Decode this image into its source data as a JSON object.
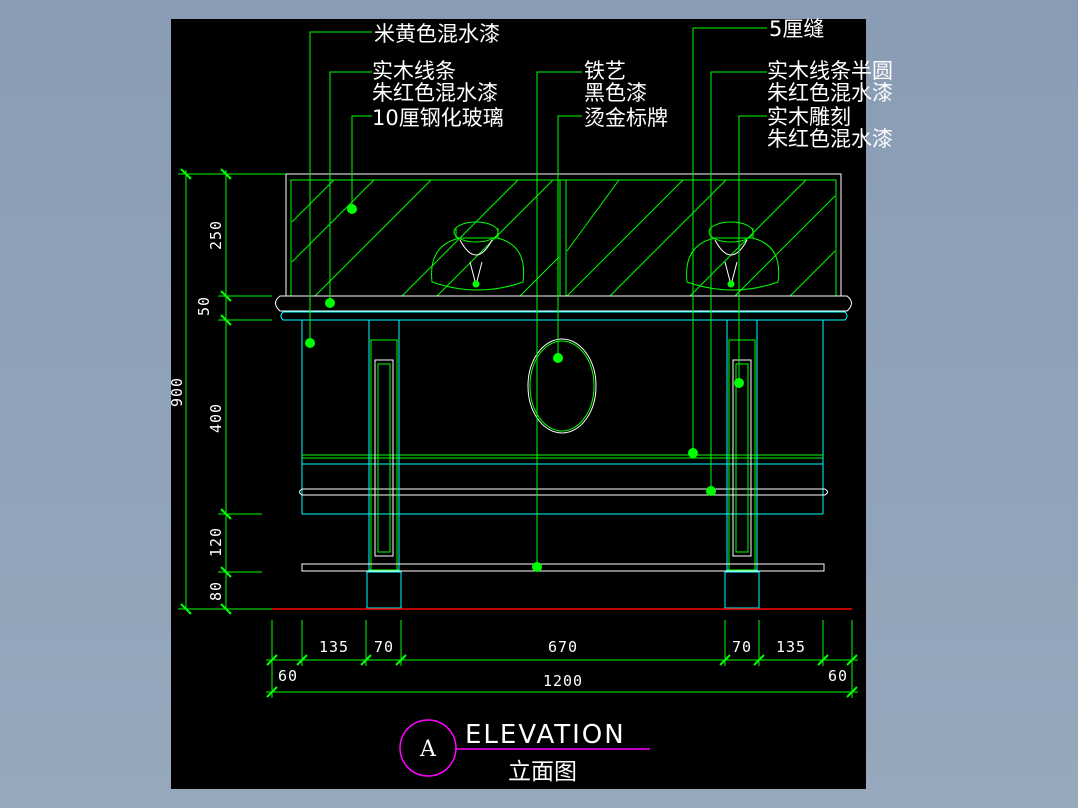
{
  "colors": {
    "background": "#000000",
    "frame_gray": "#8a9cb3",
    "green": "#00ff00",
    "cyan": "#00ffff",
    "white": "#ffffff",
    "red": "#ff0000",
    "magenta": "#ff00ff"
  },
  "labels": {
    "l1": "米黄色混水漆",
    "l2a": "实木线条",
    "l2b": "朱红色混水漆",
    "l3": "10厘钢化玻璃",
    "m1": "铁艺",
    "m2": "黑色漆",
    "m3": "烫金标牌",
    "r1": "5厘缝",
    "r2a": "实木线条半圆",
    "r2b": "朱红色混水漆",
    "r3a": "实木雕刻",
    "r3b": "朱红色混水漆"
  },
  "dims_vertical": {
    "d900": "900",
    "d250": "250",
    "d50": "50",
    "d400": "400",
    "d120": "120",
    "d80": "80"
  },
  "dims_horizontal": {
    "h135a": "135",
    "h70a": "70",
    "h670": "670",
    "h70b": "70",
    "h135b": "135",
    "h60a": "60",
    "h1200": "1200",
    "h60b": "60"
  },
  "title": {
    "marker": "A",
    "en": "ELEVATION",
    "cn": "立面图"
  }
}
